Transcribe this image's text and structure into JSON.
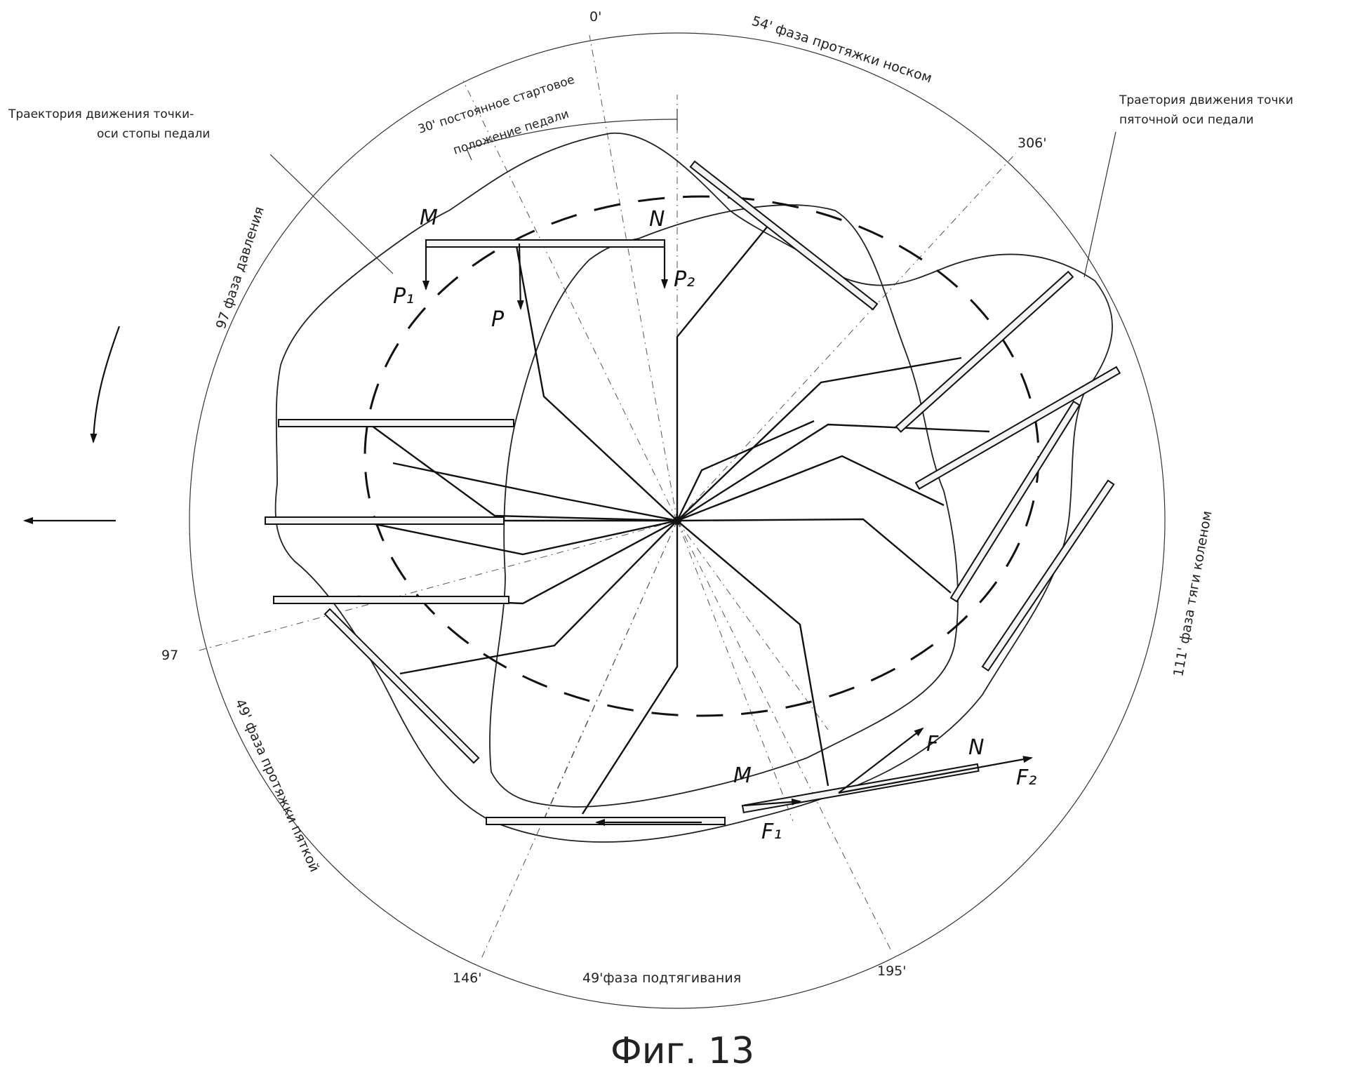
{
  "figure": {
    "caption": "Фиг. 13",
    "angles": {
      "a0": "0'",
      "a306": "306'",
      "a97": "97",
      "a146": "146'",
      "a195": "195'"
    },
    "phases": {
      "toe_pull": "54' фаза протяжки носком",
      "start_position_line1": "30' постоянное стартовое",
      "start_position_line2": "положение педали",
      "pressure": "97 фаза давления",
      "knee_pull": "111' фаза тяги коленом",
      "heel_pull": "49' фаза протяжки пяткой",
      "pull_up": "49'фаза подтягивания"
    },
    "annotations": {
      "foot_axis_line1": "Траектория движения точки-",
      "foot_axis_line2": "оси стопы педали",
      "heel_axis_line1": "Траетория движения точки",
      "heel_axis_line2": "пяточной оси педали"
    },
    "points": {
      "M_top": "M",
      "N_top": "N",
      "P1": "P₁",
      "P": "P",
      "P2": "P₂",
      "M_bottom": "M",
      "N_bottom": "N",
      "F": "F",
      "F1": "F₁",
      "F2": "F₂"
    },
    "icons": {
      "rotation": "curved-arrow-icon",
      "direction": "left-arrow-icon"
    }
  }
}
